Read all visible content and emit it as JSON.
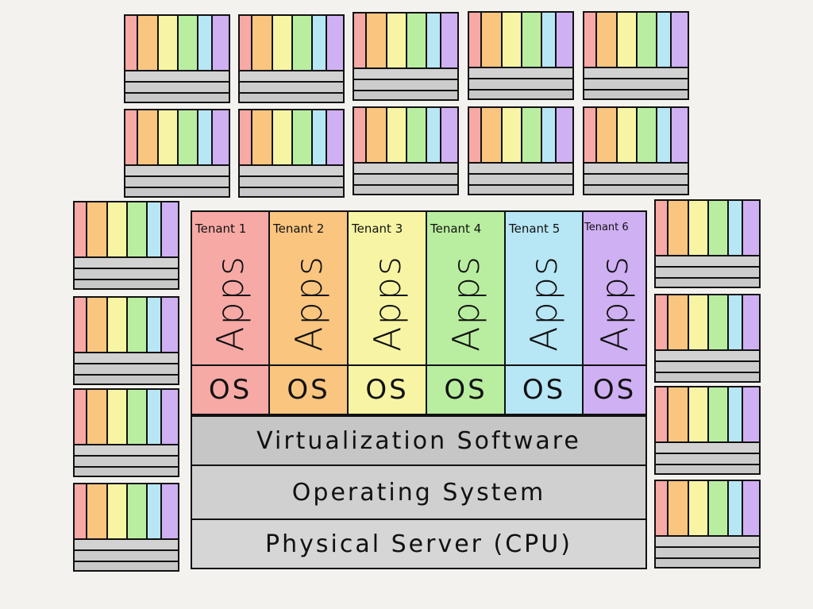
{
  "colors": {
    "tenant_fills": [
      "#f7a9a5",
      "#f9c57f",
      "#f7f5a4",
      "#b9eea0",
      "#b7e6f5",
      "#cfb0f2"
    ],
    "layer_fills": [
      "#c6c6c6",
      "#d0d0d0",
      "#d6d6d6"
    ]
  },
  "tenants": [
    {
      "label": "Tenant 1",
      "apps": "Apps",
      "os": "OS"
    },
    {
      "label": "Tenant 2",
      "apps": "Apps",
      "os": "OS"
    },
    {
      "label": "Tenant 3",
      "apps": "Apps",
      "os": "OS"
    },
    {
      "label": "Tenant 4",
      "apps": "Apps",
      "os": "OS"
    },
    {
      "label": "Tenant 5",
      "apps": "Apps",
      "os": "OS"
    },
    {
      "label": "Tenant 6",
      "apps": "Apps",
      "os": "OS"
    }
  ],
  "layers": [
    {
      "label": "Virtualization Software"
    },
    {
      "label": "Operating System"
    },
    {
      "label": "Physical Server (CPU)"
    }
  ],
  "mini_servers": {
    "count": 18,
    "tenant_columns": 6
  }
}
